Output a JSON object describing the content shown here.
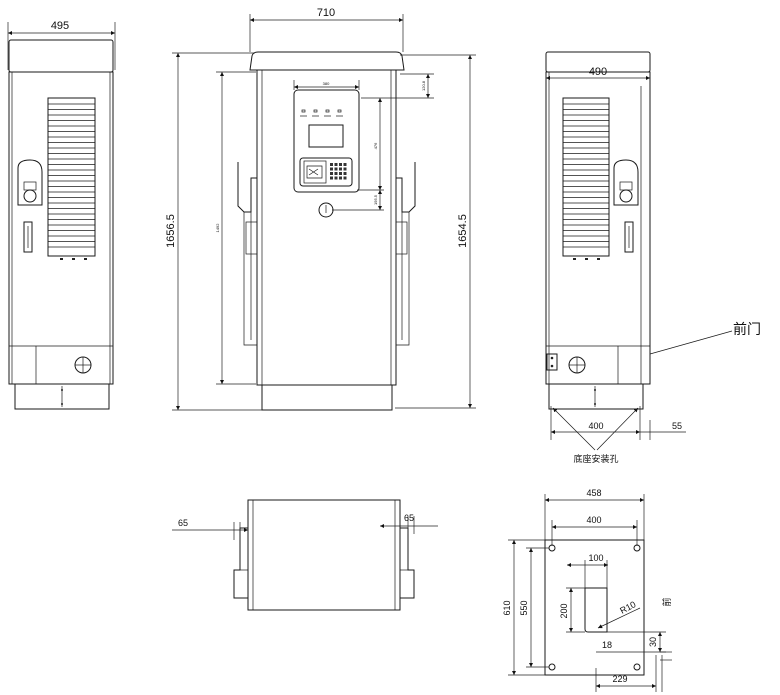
{
  "left_view": {
    "width_dim": "495"
  },
  "front_view": {
    "width_dim": "710",
    "total_height_dim": "1656.5",
    "body_height_dim": "1654.5",
    "panel_width_dim": "380",
    "top_offset_dim": "120.8",
    "body_inner_height_dim": "1492",
    "panel_height_dim": "476",
    "lower_offset_dim": "195.5"
  },
  "right_view": {
    "width_dim": "490",
    "front_door_label": "前门",
    "base_hole_spacing_dim": "400",
    "base_edge_dim": "55",
    "base_holes_label": "底座安装孔"
  },
  "top_view": {
    "left_ext_dim": "65",
    "right_ext_dim": "65"
  },
  "base_plan": {
    "overall_width_dim": "458",
    "hole_spacing_dim": "400",
    "overall_depth_dim": "610",
    "hole_depth_dim": "550",
    "cutout_width_dim": "100",
    "cutout_height_dim": "200",
    "corner_radius_dim": "R10",
    "cutout_offset_dim": "18",
    "cutout_x_dim": "229",
    "cutout_y_dim": "30",
    "front_label": "前"
  }
}
